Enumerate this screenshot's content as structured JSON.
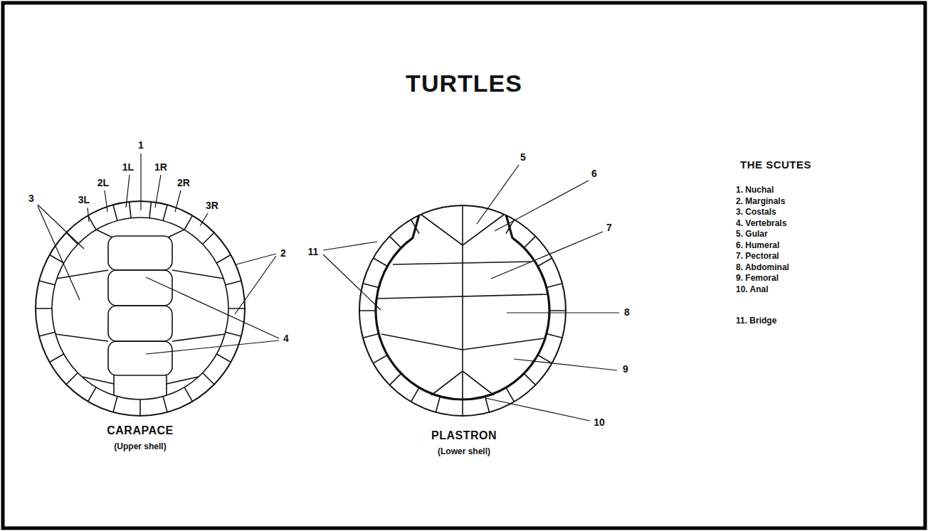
{
  "diagram": {
    "title": "TURTLES",
    "labels": [
      "1",
      "1L",
      "1R",
      "2L",
      "2R",
      "3L",
      "3R",
      "3",
      "2",
      "4",
      "5",
      "6",
      "7",
      "8",
      "9",
      "10",
      "11",
      "CARAPACE",
      "(Upper shell)",
      "PLASTRON",
      "(Lower shell)",
      "THE SCUTES",
      "1. Nuchal",
      "2. Marginals",
      "3. Costals",
      "4. Vertebrals",
      "5. Gular",
      "6. Humeral",
      "7. Pectoral",
      "8. Abdominal",
      "9. Femoral",
      "10. Anal",
      "11. Bridge"
    ]
  }
}
